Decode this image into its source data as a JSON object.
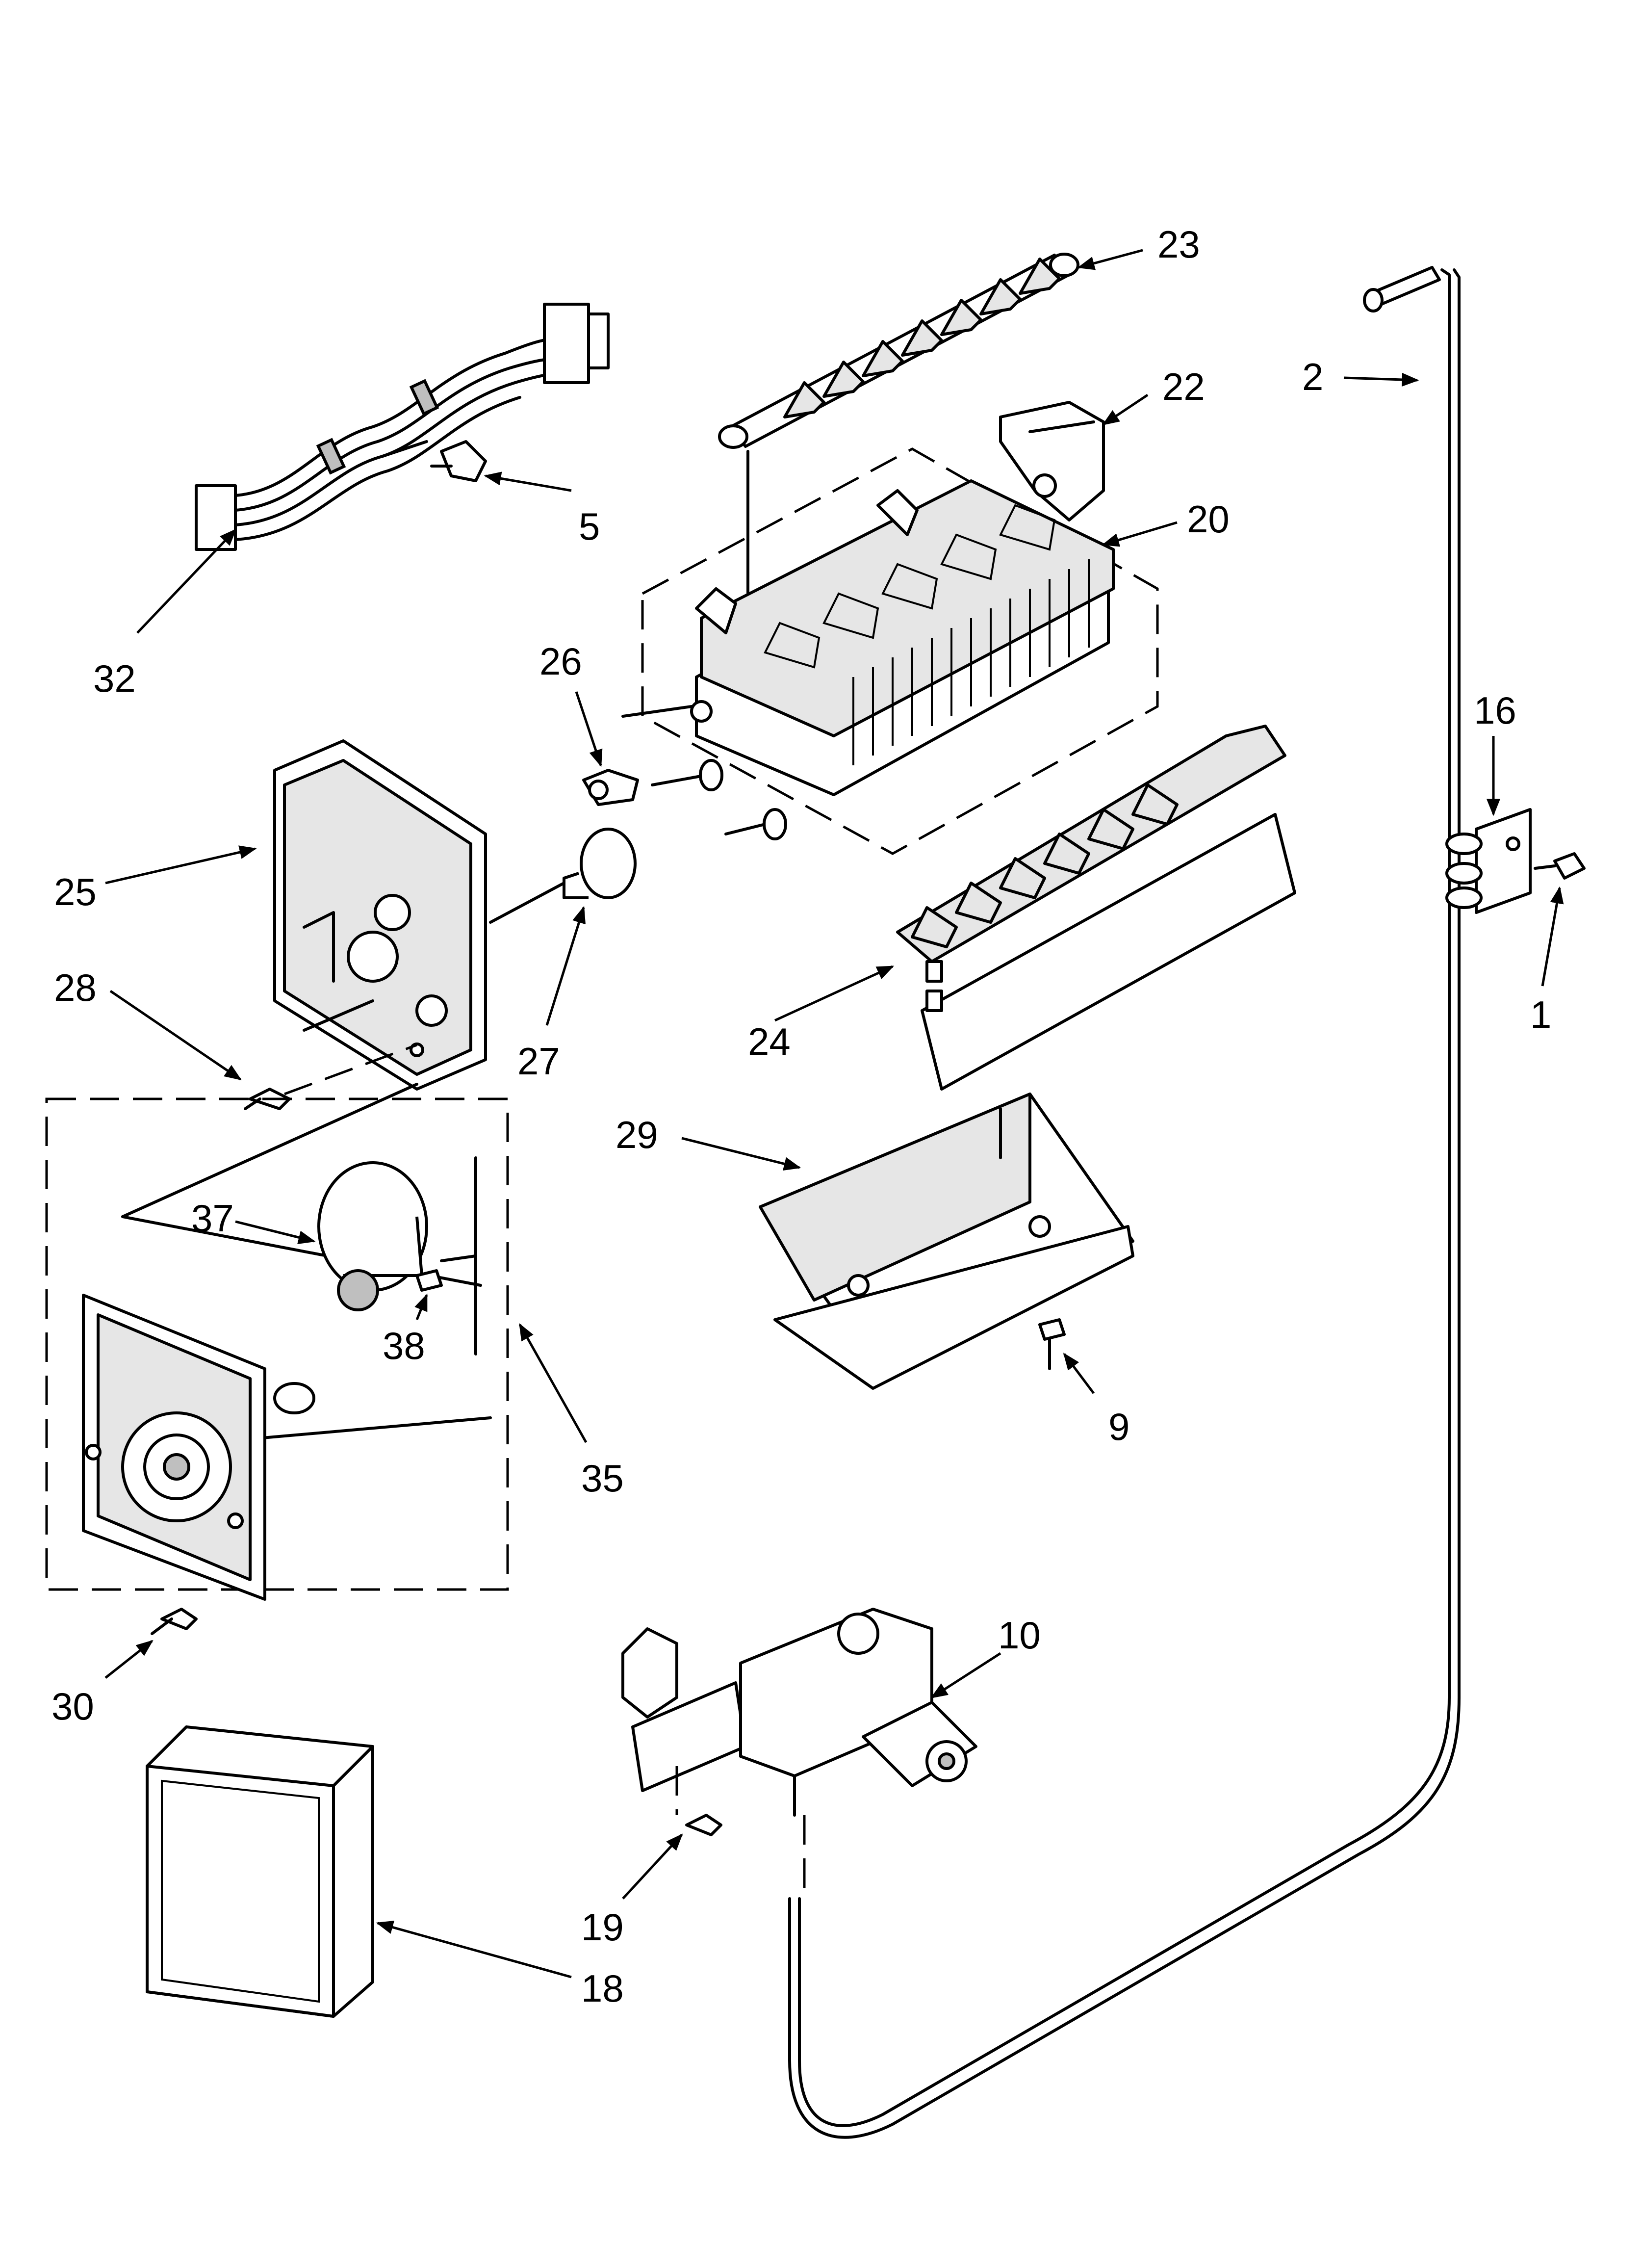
{
  "diagram": {
    "labels": {
      "p1": "1",
      "p2": "2",
      "p5": "5",
      "p9": "9",
      "p10": "10",
      "p16": "16",
      "p18": "18",
      "p19": "19",
      "p20": "20",
      "p22": "22",
      "p23": "23",
      "p24": "24",
      "p25": "25",
      "p26": "26",
      "p27": "27",
      "p28": "28",
      "p29": "29",
      "p30": "30",
      "p32": "32",
      "p35": "35",
      "p37": "37",
      "p38": "38"
    }
  }
}
